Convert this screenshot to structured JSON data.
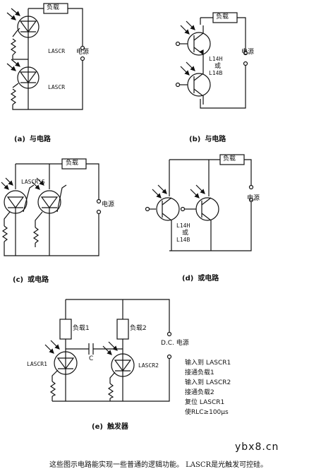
{
  "panels": {
    "a": {
      "load": "负载",
      "device_upper": "LASCR",
      "device_lower": "LASCR",
      "supply": "电源",
      "caption_letter": "(a)",
      "caption_text": "与电路"
    },
    "b": {
      "load": "负载",
      "part1": "L14H",
      "or": "或",
      "part2": "L14B",
      "supply": "电源",
      "caption_letter": "(b)",
      "caption_text": "与电路"
    },
    "c": {
      "device": "LASCR'S",
      "load": "负载",
      "supply": "电源",
      "caption_letter": "(c)",
      "caption_text": "或电路"
    },
    "d": {
      "load": "负载",
      "part1": "L14H",
      "or": "或",
      "part2": "L14B",
      "supply": "电源",
      "caption_letter": "(d)",
      "caption_text": "或电路"
    },
    "e": {
      "load1": "负载1",
      "load2": "负载2",
      "cap": "C",
      "supply": "D.C. 电源",
      "device1": "LASCR1",
      "device2": "LASCR2",
      "notes": [
        "输入到 LASCR1",
        "接通负载1",
        "输入到 LASCR2",
        "接通负载2",
        "复位 LASCR1",
        "使RLC≥100μs"
      ],
      "caption_letter": "(e)",
      "caption_text": "触发器"
    }
  },
  "watermark": "ybx8.cn",
  "footer": "这些图示电路能实现一些普通的逻辑功能。 LASCR是光触发可控硅。"
}
